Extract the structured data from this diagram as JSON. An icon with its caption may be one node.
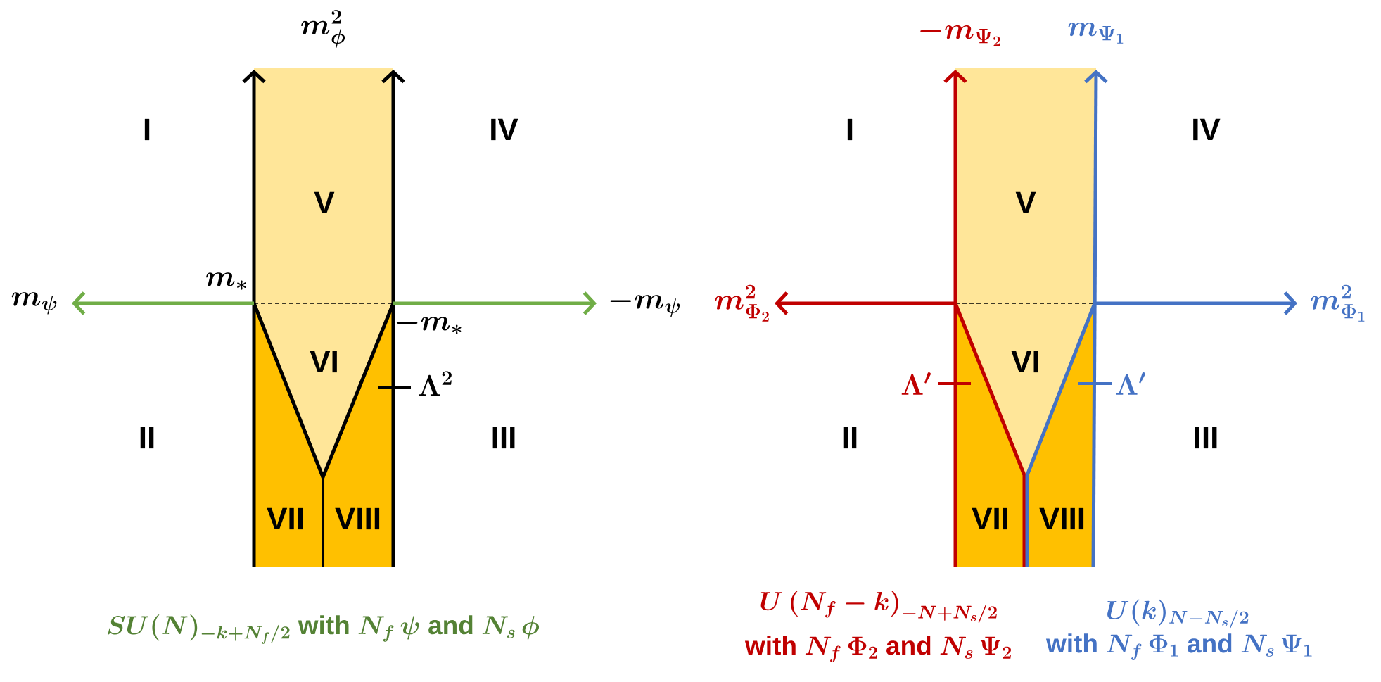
{
  "diagram": {
    "labels": [
      "m_\\phi^2",
      "I",
      "IV",
      "V",
      "m_*",
      "m_\\psi",
      "-m_\\psi",
      "-m_*",
      "VI",
      "\\Lambda^2",
      "II",
      "III",
      "VII",
      "VIII",
      "SU(N)_{-k+N_f/2}\\text{ with }N_f\\,\\psi\\text{ and }N_s\\,\\phi",
      "-m_{\\Psi_2}",
      "m_{\\Psi_1}",
      "I",
      "IV",
      "V",
      "m_{\\Phi_2}^2",
      "m_{\\Phi_1}^2",
      "VI",
      "\\Lambda'",
      "\\Lambda'",
      "II",
      "III",
      "VII",
      "VIII",
      "U\\left(N_f-k\\right)_{-N+N_s/2}",
      "U(k)_{N-N_s/2}",
      "\\text{with }N_f\\,\\Phi_2\\text{ and }N_s\\,\\Psi_2",
      "\\text{with }N_f\\,\\Phi_1\\text{ and }N_s\\,\\Psi_1"
    ]
  }
}
